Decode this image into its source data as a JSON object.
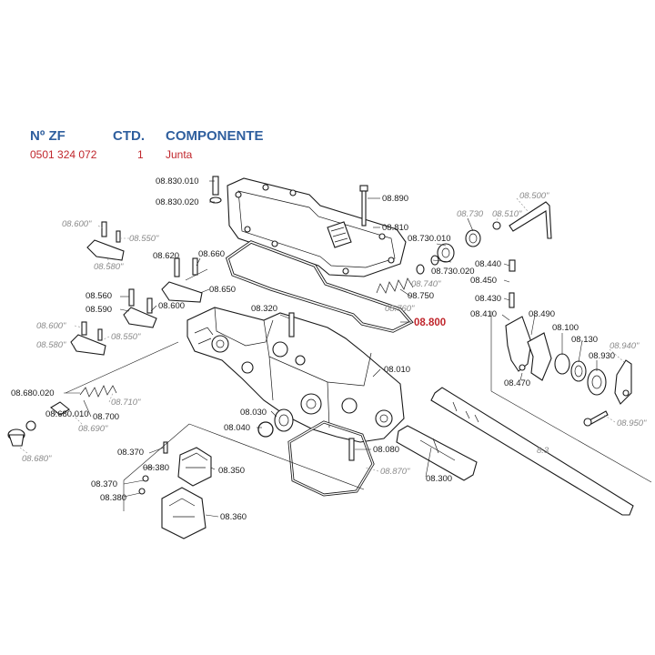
{
  "header": {
    "col_zf": "Nº ZF",
    "col_qty": "CTD.",
    "col_component": "COMPONENTE"
  },
  "part_row": {
    "zf_number": "0501 324 072",
    "quantity": "1",
    "component": "Junta"
  },
  "colors": {
    "header_blue": "#2f5f9e",
    "highlight_red": "#c0262c",
    "optional_gray": "#8a8a8a"
  },
  "callouts": {
    "c08_830_010": "08.830.010",
    "c08_830_020": "08.830.020",
    "c08_890": "08.890",
    "c08_500": "08.500\"",
    "c08_730": "08.730",
    "c08_510": "08.510\"",
    "c08_810": "08.810",
    "c08_730_010": "08.730.010",
    "c08_730_020": "08.730.020",
    "c08_440": "08.440",
    "c08_450": "08.450",
    "c08_600_a": "08.600\"",
    "c08_550_a": "08.550\"",
    "c08_580_a": "08.580\"",
    "c08_620": "08.620",
    "c08_660": "08.660",
    "c08_650": "08.650",
    "c08_740": "08.740\"",
    "c08_750": "08.750",
    "c08_760": "08.760\"",
    "c08_800": "08.800",
    "c08_430": "08.430",
    "c08_410": "08.410",
    "c08_490": "08.490",
    "c08_560": "08.560",
    "c08_590": "08.590",
    "c08_600": "08.600",
    "c08_320": "08.320",
    "c08_600_b": "08.600\"",
    "c08_580_b": "08.580\"",
    "c08_550_b": "08.550\"",
    "c08_100": "08.100",
    "c08_130": "08.130",
    "c08_940": "08.940\"",
    "c08_930": "08.930",
    "c08_470": "08.470",
    "c08_010": "08.010",
    "c08_680_020": "08.680.020",
    "c08_710": "08.710\"",
    "c08_030": "08.030",
    "c08_040": "08.040",
    "c08_690": "08.690\"",
    "c08_700": "08.700",
    "c08_680_010": "08.680.010",
    "c08_950": "08.950\"",
    "c08_680": "08.680\"",
    "c08_080": "08.080",
    "c08_370_a": "08.370",
    "c08_380_a": "08.380",
    "c08_350": "08.350",
    "c08_870": "08.870\"",
    "c08_300": "08.300",
    "c08_370_b": "08.370",
    "c08_380_b": "08.380",
    "c08_360": "08.360"
  }
}
